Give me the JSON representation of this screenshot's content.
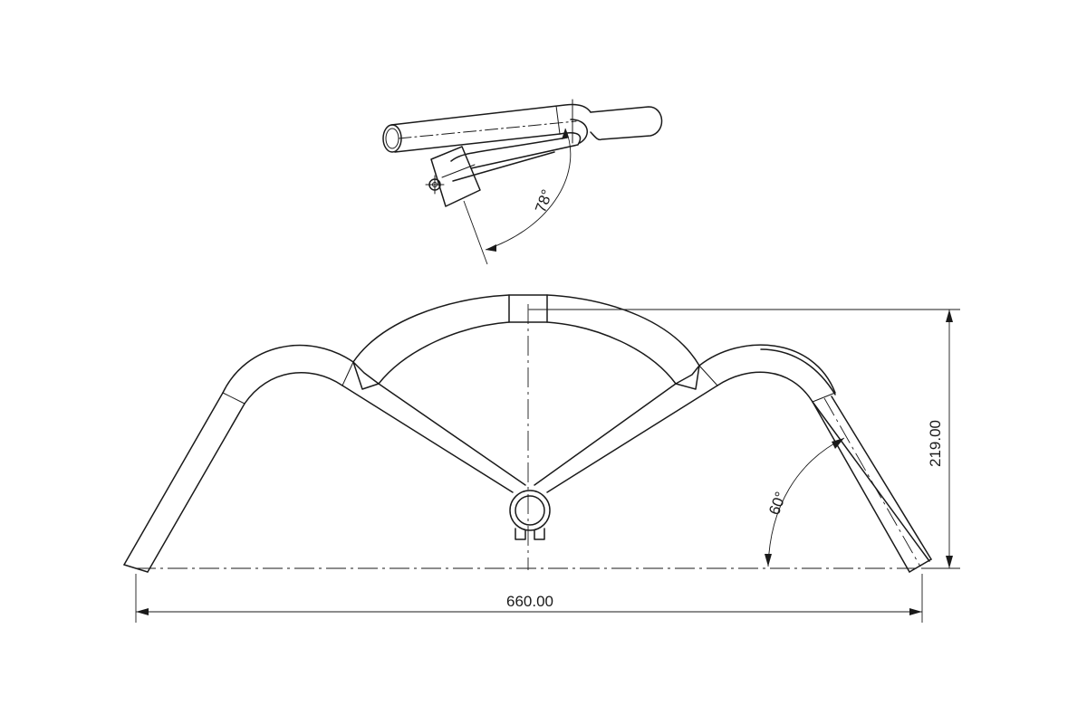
{
  "dimensions": {
    "width_label": "660.00",
    "height_label": "219.00",
    "bar_angle_label": "60°",
    "top_view_angle_label": "78°"
  }
}
